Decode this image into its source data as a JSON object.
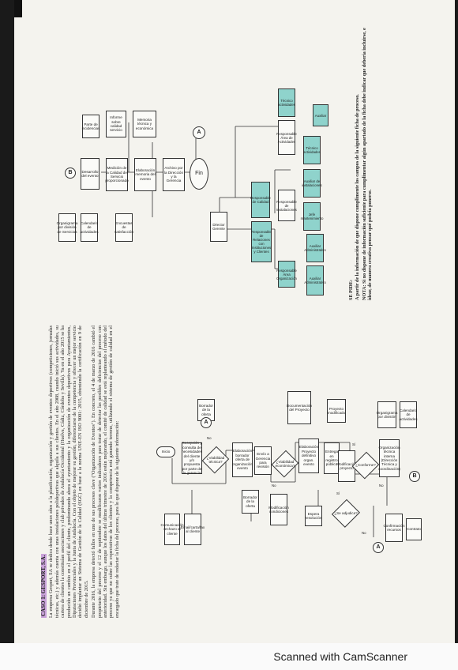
{
  "footer": {
    "scanner_label": "Scanned with CamScanner"
  },
  "case": {
    "title": "CASO 1: GESPORT, S.A.",
    "para1": "La empresa Gesport, SA se dedica desde hace unos años a la planificación, organización y gestión de eventos deportivos (competiciones, jornadas técnicas, etc.) y además cuenta con unas instalaciones polideportivas que alquila a sus clientes. En el año 2008, cuando inició sus actividades, su cartera de clientes la constituían asociaciones y club privados de Andalucía Occidental (Huelva, Cádiz, Córdoba y Sevilla). Ya en el año 2015 se ha producido un cambio en el perfil del cliente, predominando ahora el ayuntamiento y la organización de eventos deportivos para Ayuntamientos, Diputaciones Provinciales y la Junta de Andalucía. Con el objeto de mejorar su gestión, diferenciarse de la competencia y ofrecer un mejor servicio decidió implantar un Sistema de Gestión de la Calidad (SGC) en base a la norma UNE-EN ISO 9001: 2015, obteniendo la certificación en 9 de diciembre de 2015.",
    "para2": "Durante 2016, la empresa detectó fallos en uno de sus procesos clave (\"Organización de Eventos\"). En concreto, el 4 de marzo de 2016 cambió el propietario del proceso y el 12 de septiembre se modificaron varios indicadores para tratar de detectar las posibles deficiencias del proceso con anterioridad. Sin embargo, aunque los datos del último trimestre de 2016 están mejorando, el comité de calidad se está replanteando el método del proceso ya que no cubre las expectativas de los clientes y la competencia está ganando terreno, utilizando el sistema de gestión de calidad en el encargado que trate de redactar la ficha del proceso, para lo que dispone de la siguiente información:"
  },
  "flow1": {
    "inicio": "Inicio",
    "recepcion": "Recepción y consulta de necesidades del cliente y/o propuesta por parte de la gerencia",
    "viabilidad_tecnica": "¿Viabilidad técnica?",
    "no1": "No",
    "borrador_oferta": "Borrador de la oferta",
    "conector_a1": "A",
    "elaboracion_oferta": "Elaboración borrador oferta de organización evento",
    "envio_gerencia": "Envío a Gerencia para revisión",
    "viabilidad_economica": "¿Viabilidad económica?",
    "no2": "No",
    "comunicacion": "Comunicación rechazo al cliente",
    "email": "Email/carta/fax al cliente",
    "borrador_oferta2": "Borrador de la oferta",
    "modificacion_condiciones": "Modificación condiciones",
    "elaboracion_proyecto": "Elaboración Proyecto definitivo organ. evento",
    "documentos": "Documentación del Proyecto",
    "envio_registro": "Entrega en registro público",
    "espera": "Espera resolución",
    "adjudicado": "¿Se adjudica?",
    "si1": "Sí",
    "no3": "No",
    "modificacion_proyecto": "Modificación proyecto",
    "proyecto_modificado": "Proyecto modificado",
    "conforme": "¿Conforme?",
    "si2": "Sí",
    "no4": "No",
    "organizacion_recursos": "Organización técnica interna (Dirección Técnica y coordinación)",
    "conector_a2": "A",
    "conector_b1": "B",
    "confirmacion": "Confirmación recursos",
    "contrato": "Contrato",
    "organigrama_div": "Organigrama por división",
    "calendario_actividades": "Calendario de actividades"
  },
  "flow2": {
    "conector_b2": "B",
    "desarrollo": "Desarrollo del evento",
    "parte_incidencias": "Parte de incidencias",
    "organigrama": "Organigrama por división de Servicios",
    "calendario": "Calendario de actividades",
    "medicion": "Medición de la Calidad del Servicio proporcionado",
    "informe": "Informe sobre calidad servicio",
    "encuestas": "Encuestas de satisfacción",
    "memoria": "Elaboración memoria del evento",
    "memoria_tecnica": "Memoria técnica y económica",
    "archivo": "Archivo por la Dirección y la Gerencia",
    "conector_a3": "A",
    "fin": "Fin"
  },
  "org": {
    "director": "Director Gerente",
    "resp_calidad": "Responsable de Calidad",
    "resp_admin": "Responsable de Relaciones con Instituciones y Clientes",
    "resp_area_org": "Responsable Área Organización",
    "resp_instalaciones": "Responsable de Instalaciones",
    "resp_area_deportes": "Responsable Área de Actividades",
    "aux_admin": "Auxiliar Administrativo",
    "aux_admin2": "Auxiliar Administrativo",
    "jefe_mantenimiento": "Jefe mantenimiento",
    "aux_instalaciones": "Auxiliar de instalaciones",
    "tecnico1": "Técnico actividades",
    "tecnico2": "Técnico actividades",
    "auxiliar": "Auxiliar"
  },
  "pide": {
    "heading": "SE PIDE:",
    "line1": "A partir de la información de que dispone cumplimente los campos de la siguiente ficha de proceso.",
    "line2": "NOTA: Si no dispone de información suficiente para cumplimentar algún apartado de la ficha debe indicar que debería incluirse, e idear, de manera creativa pensar qué podría ponerse."
  }
}
